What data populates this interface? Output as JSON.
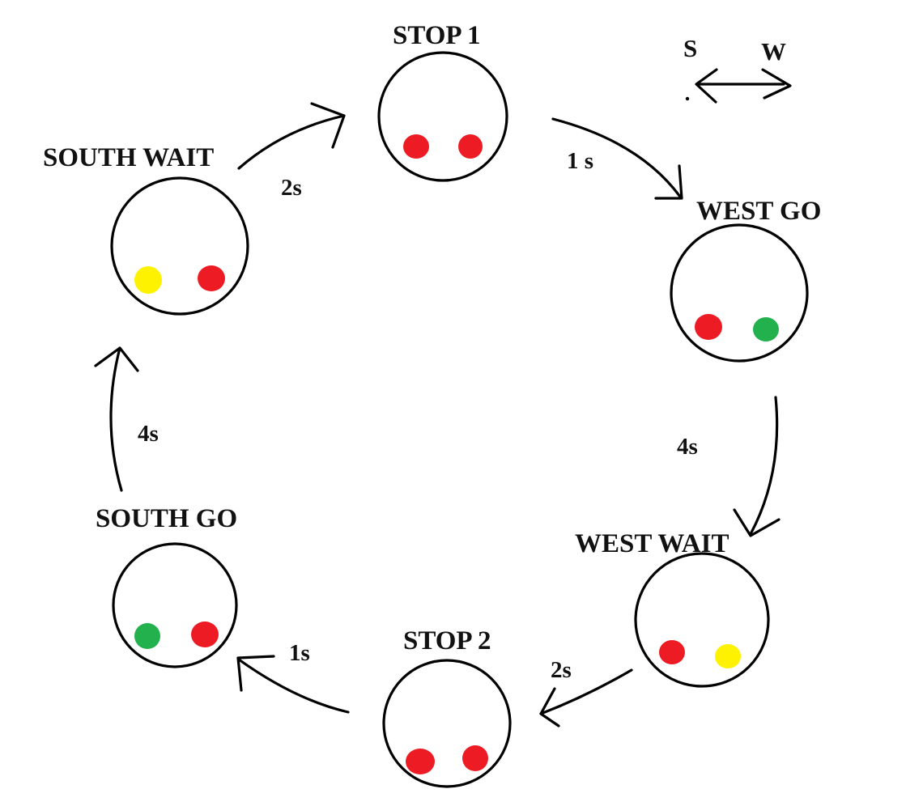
{
  "colors": {
    "red": "#ed1c24",
    "green": "#22b14c",
    "yellow": "#fff200",
    "line": "#000000"
  },
  "legend": {
    "south_label": "S",
    "west_label": "W"
  },
  "states": [
    {
      "id": "stop-1",
      "label": "STOP 1",
      "south_light": "red",
      "west_light": "red"
    },
    {
      "id": "west-go",
      "label": "WEST GO",
      "south_light": "red",
      "west_light": "green"
    },
    {
      "id": "west-wait",
      "label": "WEST WAIT",
      "south_light": "red",
      "west_light": "yellow"
    },
    {
      "id": "stop-2",
      "label": "STOP 2",
      "south_light": "red",
      "west_light": "red"
    },
    {
      "id": "south-go",
      "label": "SOUTH GO",
      "south_light": "green",
      "west_light": "red"
    },
    {
      "id": "south-wait",
      "label": "SOUTH WAIT",
      "south_light": "yellow",
      "west_light": "red"
    }
  ],
  "transitions": [
    {
      "from": "stop-1",
      "to": "west-go",
      "label": "1 s"
    },
    {
      "from": "west-go",
      "to": "west-wait",
      "label": "4s"
    },
    {
      "from": "west-wait",
      "to": "stop-2",
      "label": "2s"
    },
    {
      "from": "stop-2",
      "to": "south-go",
      "label": "1s"
    },
    {
      "from": "south-go",
      "to": "south-wait",
      "label": "4s"
    },
    {
      "from": "south-wait",
      "to": "stop-1",
      "label": "2s"
    }
  ]
}
